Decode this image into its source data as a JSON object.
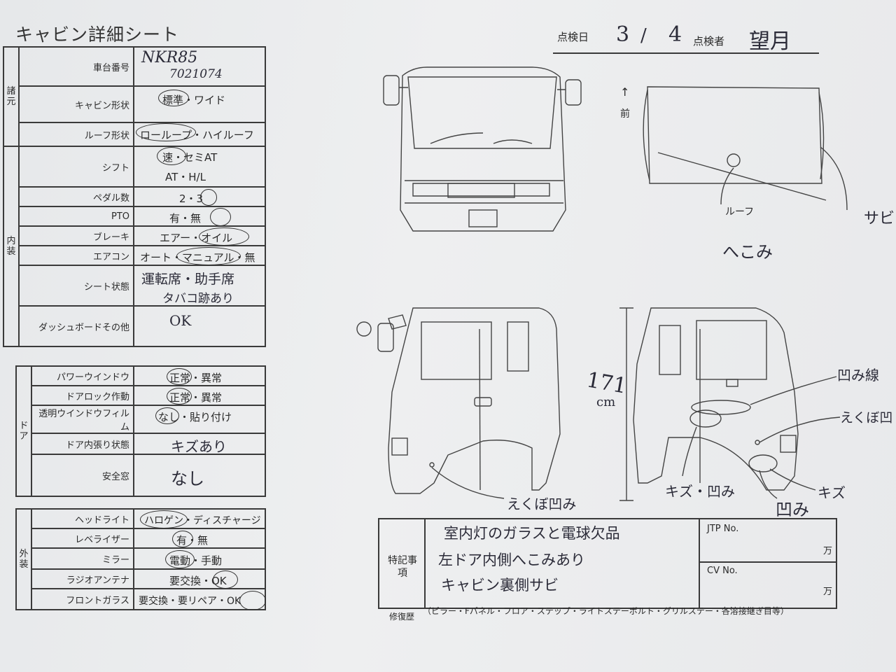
{
  "header": {
    "title": "キャビン詳細シート",
    "inspection_date_label": "点検日",
    "inspection_date_month": "3",
    "inspection_date_day": "4",
    "inspector_label": "点検者",
    "inspector_value": "望月"
  },
  "specs_section": {
    "side_label": "諸元",
    "rows": [
      {
        "label": "車台番号",
        "value": "NKR85",
        "value2": "7021074"
      },
      {
        "label": "キャビン形状",
        "value": "標準・ワイド"
      },
      {
        "label": "ルーフ形状",
        "value": "ローループ・ハイルーフ"
      }
    ]
  },
  "interior_section": {
    "side_label": "内装",
    "rows": [
      {
        "label": "シフト",
        "value": "速・セミAT",
        "value2": "AT・H/L"
      },
      {
        "label": "ペダル数",
        "value": "2・3"
      },
      {
        "label": "PTO",
        "value": "有・無"
      },
      {
        "label": "ブレーキ",
        "value": "エアー・オイル"
      },
      {
        "label": "エアコン",
        "value": "オート・マニュアル・無"
      },
      {
        "label": "シート状態",
        "value": "運転席・助手席",
        "value2": "タバコ跡あり"
      },
      {
        "label": "ダッシュボードその他",
        "value": "OK"
      }
    ]
  },
  "door_section": {
    "side_label": "ドア",
    "rows": [
      {
        "label": "パワーウインドウ",
        "value": "正常・異常"
      },
      {
        "label": "ドアロック作動",
        "value": "正常・異常"
      },
      {
        "label": "透明ウインドウフィルム",
        "value": "なし・貼り付け"
      },
      {
        "label": "ドア内張り状態",
        "value": "キズあり"
      },
      {
        "label": "安全窓",
        "value": "なし"
      }
    ]
  },
  "exterior_section": {
    "side_label": "外装",
    "rows": [
      {
        "label": "ヘッドライト",
        "value": "ハロゲン・ディスチャージ"
      },
      {
        "label": "レベライザー",
        "value": "有・無"
      },
      {
        "label": "ミラー",
        "value": "電動・手動"
      },
      {
        "label": "ラジオアンテナ",
        "value": "要交換・OK"
      },
      {
        "label": "フロントガラス",
        "value": "要交換・要リペア・OK"
      }
    ]
  },
  "diagram": {
    "front_arrow": "↑",
    "front_label": "前",
    "roof_label": "ルーフ",
    "dent_label": "へこみ",
    "rust_label": "サビ",
    "height_value": "171",
    "height_unit": "cm",
    "dent_line_label": "凹み線",
    "small_dent_label_right": "えくぼ凹",
    "scratch_dent_label": "キズ・凹み",
    "scratch_label": "キズ",
    "dent_label_2": "凹み",
    "small_dent_label_left": "えくぼ凹み"
  },
  "notes": {
    "label": "特記事項",
    "lines": [
      "室内灯のガラスと電球欠品",
      "左ドア内側へこみあり",
      "キャビン裏側サビ"
    ],
    "jtp_label": "JTP No.",
    "cv_label": "CV No.",
    "unit": "万"
  },
  "footer": {
    "repair_label": "修復歴",
    "repair_text": "（ピラー・Fパネル・フロア・ステップ・ライトステーボルト・グリルステー・各溶接継ぎ目等）"
  }
}
